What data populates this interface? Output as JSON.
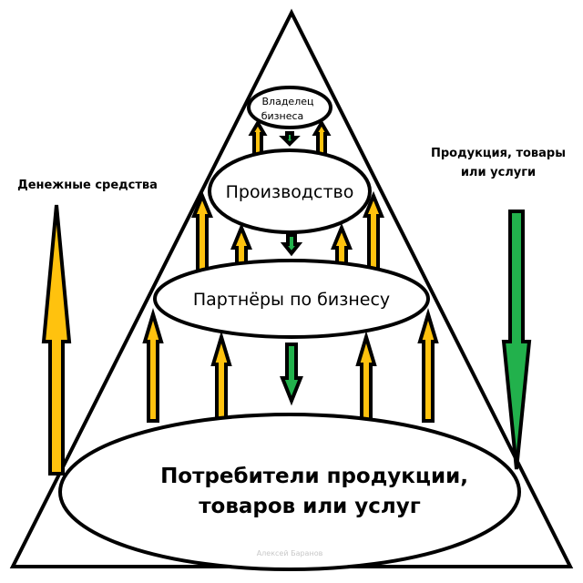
{
  "labels": {
    "money": "Денежные средства",
    "products_line1": "Продукция, товары",
    "products_line2": "или услуги",
    "owner_line1": "Владелец",
    "owner_line2": "бизнеса",
    "production": "Производство",
    "partners": "Партнёры по бизнесу",
    "consumers_line1": "Потребители продукции,",
    "consumers_line2": "товаров или услуг",
    "watermark": "Алексей Баранов"
  },
  "colors": {
    "money_arrow": "#FFC20E",
    "product_arrow": "#22B14C",
    "outline": "#000000"
  }
}
